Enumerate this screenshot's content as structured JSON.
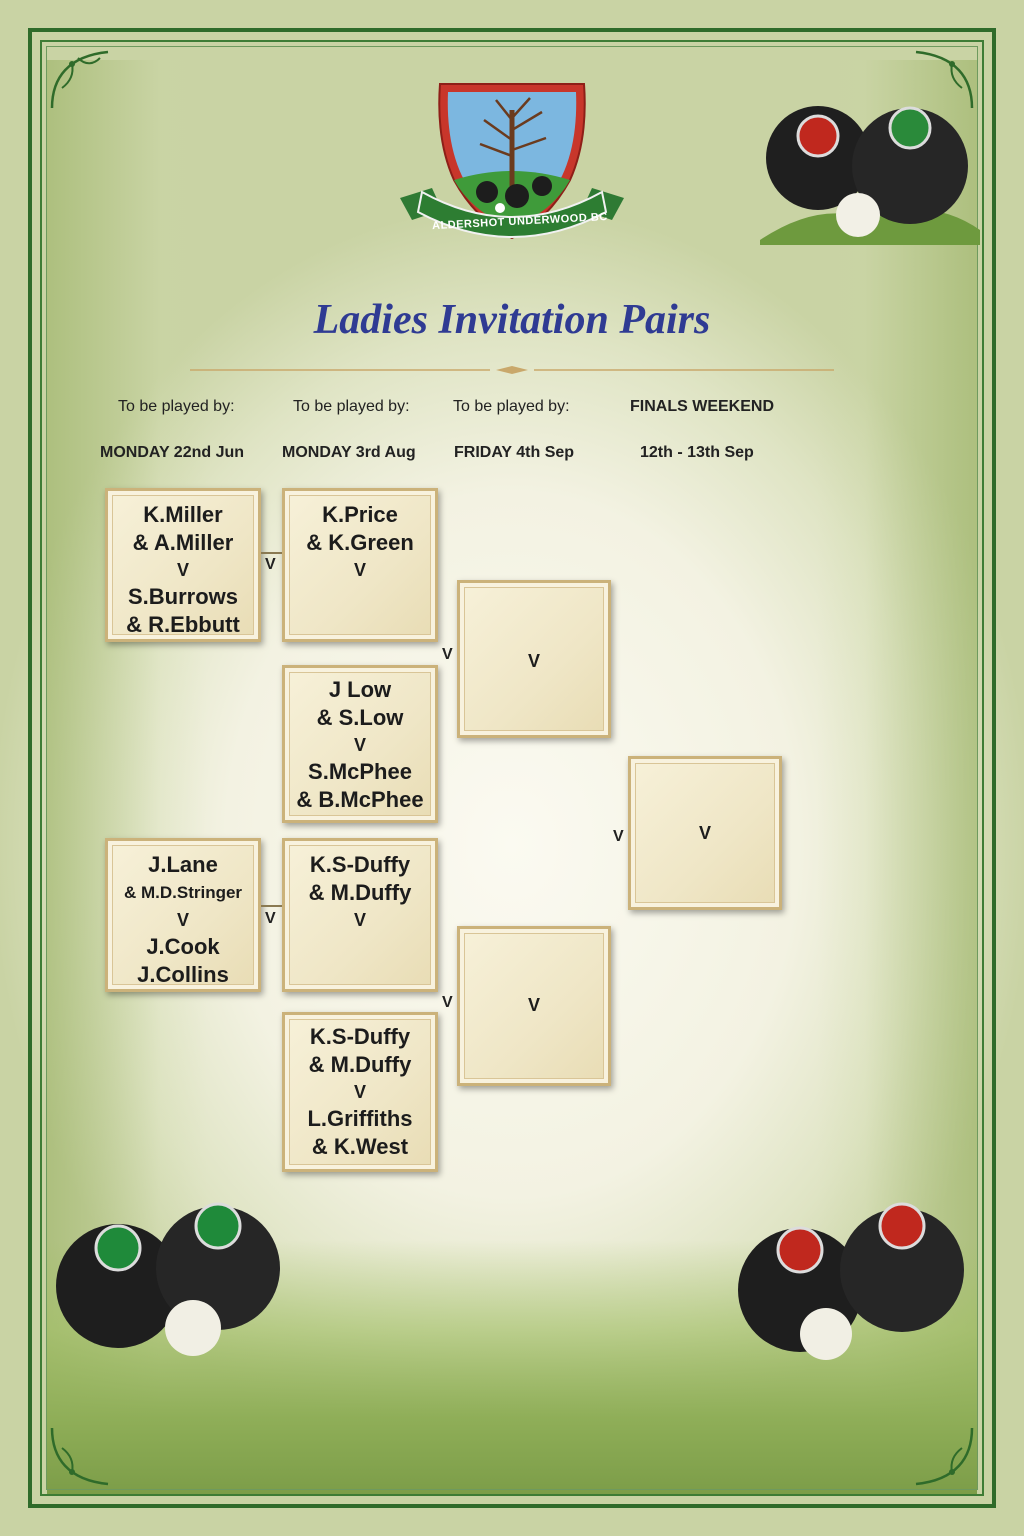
{
  "logo": {
    "banner_text": "ALDERSHOT UNDERWOOD BC"
  },
  "title": "Ladies Invitation Pairs",
  "columns": [
    {
      "label": "To be played by:",
      "date": "MONDAY 22nd Jun"
    },
    {
      "label": "To be played by:",
      "date": "MONDAY 3rd Aug"
    },
    {
      "label": "To be played by:",
      "date": "FRIDAY 4th Sep"
    },
    {
      "label": "FINALS WEEKEND",
      "date": "12th - 13th Sep"
    }
  ],
  "round1": [
    {
      "lines": [
        "K.Miller",
        "& A.Miller",
        "V",
        "S.Burrows",
        "& R.Ebbutt"
      ]
    },
    {
      "lines": [
        "J.Lane",
        "& M.D.Stringer",
        "V",
        "J.Cook",
        "J.Collins"
      ]
    }
  ],
  "round2": [
    {
      "lines": [
        "K.Price",
        "& K.Green",
        "V"
      ]
    },
    {
      "lines": [
        "J Low",
        "& S.Low",
        "V",
        "S.McPhee",
        "& B.McPhee"
      ]
    },
    {
      "lines": [
        "K.S-Duffy",
        "& M.Duffy",
        "V"
      ]
    },
    {
      "lines": [
        "K.S-Duffy",
        "& M.Duffy",
        "V",
        "L.Griffiths",
        "& K.West"
      ]
    }
  ],
  "semis": [
    {
      "v": "V"
    },
    {
      "v": "V"
    }
  ],
  "final": {
    "v": "V"
  },
  "vs_label": "V"
}
